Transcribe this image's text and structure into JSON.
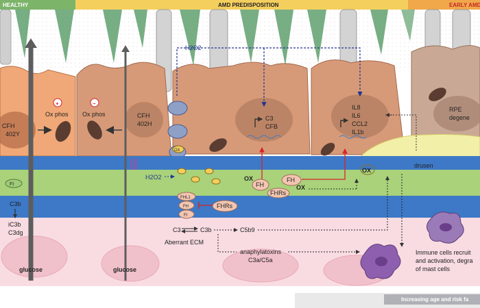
{
  "header": {
    "healthy": "HEALTHY",
    "predisposition": "AMD PREDISPOSITION",
    "early": "EARLY AMD"
  },
  "cells": {
    "cell1_line1": "CFH",
    "cell1_line2": "402Y",
    "cell2_line1": "CFH",
    "cell2_line2": "402H",
    "rpe_line1": "RPE",
    "rpe_line2": "degene"
  },
  "labels": {
    "ox_phos_1": "Ox phos",
    "ox_phos_2": "Ox phos",
    "h2o2_top": "H2O2",
    "h2o2_left": "H2O2",
    "c3": "C3",
    "cfb": "CFB",
    "il8": "IL8",
    "il6": "IL6",
    "ccl2": "CCL2",
    "il1b": "IL1b",
    "drusen": "drusen",
    "fh_a": "FH",
    "fh_b": "FH",
    "fhrs_a": "FHRs",
    "fhrs_b": "FHRs",
    "ox_a": "OX",
    "ox_b": "OX",
    "ox_c": "OX",
    "ox_small": "OX",
    "fhl1": "FHL1",
    "fh_c": "FH",
    "fi_c": "FI",
    "fi_left": "FI",
    "c3_left": "C3b",
    "ic3b": "iC3b",
    "c3dg": "C3dg",
    "c3_bottom": "C3",
    "c3b_bottom": "C3b",
    "c5b9": "C5b9",
    "aberrant_ecm": "Aberrant ECM",
    "anaphylatoxins": "anaphylatoxins",
    "c3a_c5a": "C3a/C5a",
    "immune_1": "Immune cells recruit",
    "immune_2": "and activation, degra",
    "immune_3": "of mast cells",
    "glucose_1": "glucose",
    "glucose_2": "glucose",
    "footer": "Increasing age and risk fa",
    "plus": "+",
    "minus": "−"
  },
  "colors": {
    "healthy": "#7cb46a",
    "predisposition": "#f4cf5e",
    "early": "#f0a84a",
    "cell_orange": "#f0a878",
    "cell_brown": "#d79a78",
    "cell_grey": "#c9a995",
    "bruch_blue": "#3d79c6",
    "bruch_green": "#a9d27a",
    "choroid": "#f8dce2",
    "drusen": "#f2efa9",
    "red": "#d9232a",
    "navy": "#23358f"
  }
}
